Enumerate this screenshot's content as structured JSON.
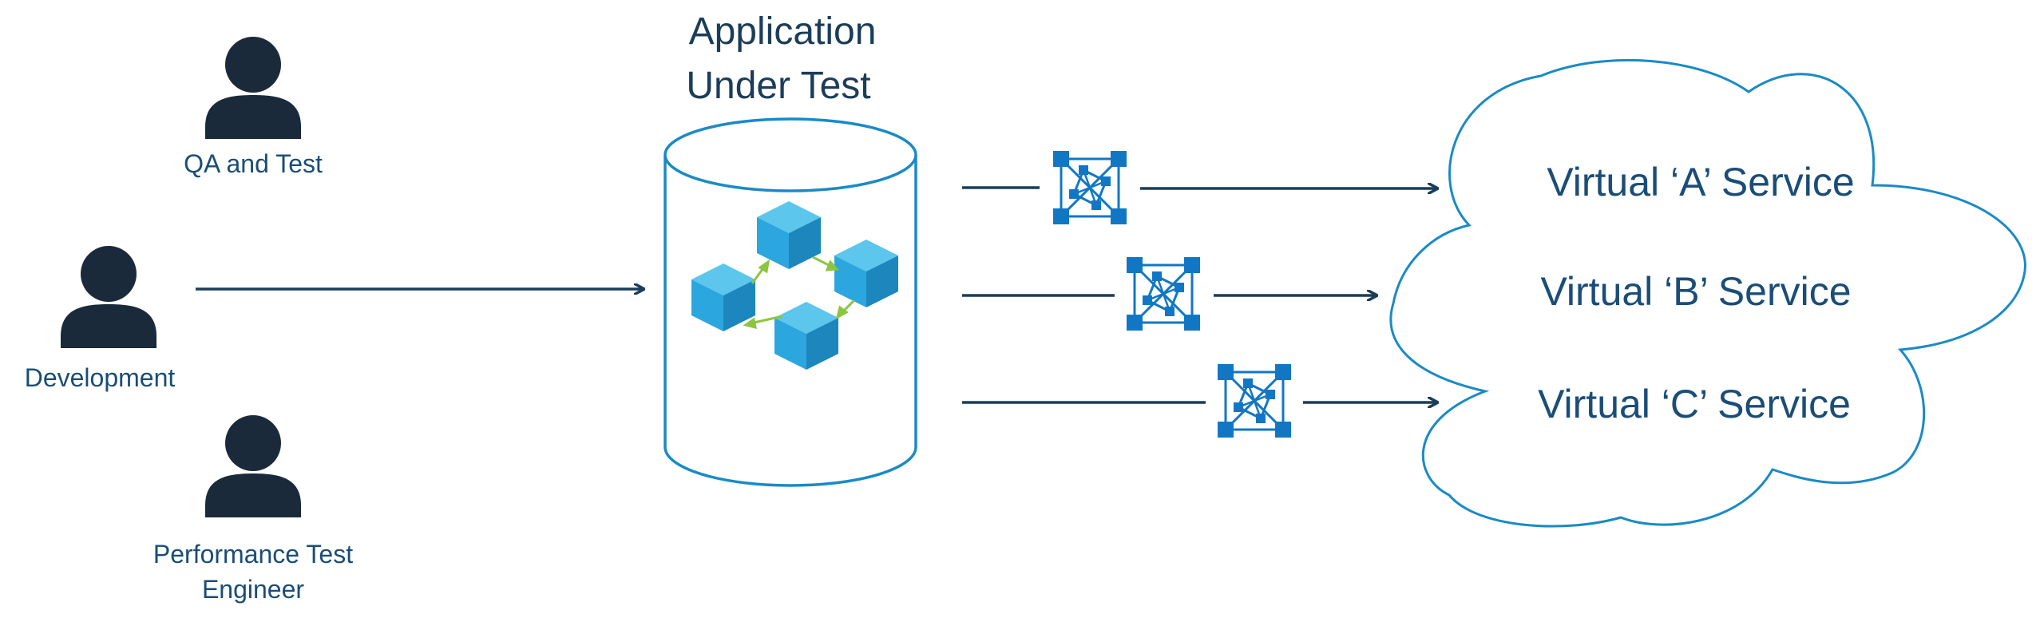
{
  "roles": [
    {
      "label_lines": [
        "QA and Test"
      ]
    },
    {
      "label_lines": [
        "Development"
      ]
    },
    {
      "label_lines": [
        "Performance Test",
        "Engineer"
      ]
    }
  ],
  "application": {
    "title_lines": [
      "Application",
      "Under Test"
    ]
  },
  "services": [
    {
      "label": "Virtual ‘A’ Service"
    },
    {
      "label": "Virtual ‘B’ Service"
    },
    {
      "label": "Virtual ‘C’ Service"
    }
  ],
  "colors": {
    "person": "#1b2a3a",
    "text_blue": "#1a4d77",
    "title_text": "#1b3d5a",
    "arrow": "#1b3d5a",
    "outline_blue": "#1a8ac6",
    "cube_light": "#5cc6ec",
    "cube_mid": "#2ba6de",
    "cube_dark": "#1c86bd",
    "cube_arrow": "#8cc63f",
    "node_blue": "#1177c4"
  }
}
